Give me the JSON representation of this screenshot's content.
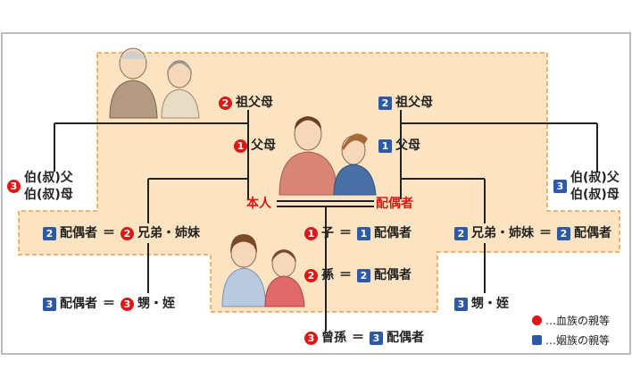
{
  "nodes": {
    "grandparents_blood": {
      "badge": "2",
      "text": "祖父母"
    },
    "grandparents_spouse": {
      "badge": "2",
      "text": "祖父母"
    },
    "parents_blood": {
      "badge": "1",
      "text": "父母"
    },
    "parents_spouse": {
      "badge": "1",
      "text": "父母"
    },
    "aunt_uncle_blood": {
      "badge": "3",
      "line1": "伯(叔)父",
      "line2": "伯(叔)母"
    },
    "aunt_uncle_spouse": {
      "badge": "3",
      "line1": "伯(叔)父",
      "line2": "伯(叔)母"
    },
    "self": {
      "text": "本人"
    },
    "spouse": {
      "text": "配偶者"
    },
    "sibling_spouse_left": {
      "badge": "2",
      "text": "配偶者"
    },
    "siblings_left": {
      "badge": "2",
      "text": "兄弟・姉妹"
    },
    "child": {
      "badge": "1",
      "text": "子"
    },
    "child_spouse": {
      "badge": "1",
      "text": "配偶者"
    },
    "siblings_right": {
      "badge": "2",
      "text": "兄弟・姉妹"
    },
    "sibling_spouse_right": {
      "badge": "2",
      "text": "配偶者"
    },
    "nephew_spouse_left": {
      "badge": "3",
      "text": "配偶者"
    },
    "nephew_left": {
      "badge": "3",
      "text": "甥・姪"
    },
    "grandchild": {
      "badge": "2",
      "text": "孫"
    },
    "grandchild_spouse": {
      "badge": "2",
      "text": "配偶者"
    },
    "nephew_right": {
      "badge": "3",
      "text": "甥・姪"
    },
    "great_grandchild": {
      "badge": "3",
      "text": "曾孫"
    },
    "great_grandchild_spouse": {
      "badge": "3",
      "text": "配偶者"
    }
  },
  "equals": "＝",
  "legend": {
    "blood": "…血族の親等",
    "marriage": "…姻族の親等"
  },
  "colors": {
    "blood": "#e01515",
    "marriage": "#2d5aa5",
    "zone_fill": "#fce4c2",
    "zone_border": "#e8a44a",
    "line": "#222222",
    "frame": "#bbbbbb"
  }
}
